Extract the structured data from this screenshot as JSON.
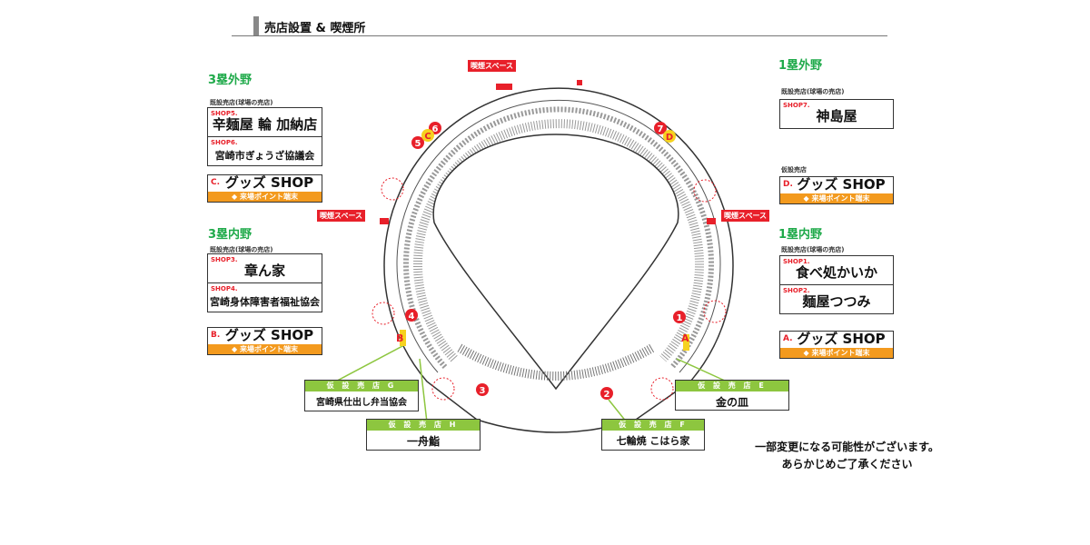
{
  "header": {
    "title": "売店設置 & 喫煙所"
  },
  "labels": {
    "existing": "既設売店(球場の売店)",
    "temporary": "仮設売店",
    "point": "◆ 来場ポイント端末",
    "smoking": "喫煙スペース",
    "goods": "グッズ SHOP"
  },
  "left_outfield": {
    "title": "3塁外野",
    "shops": [
      {
        "code": "SHOP5.",
        "name": "辛麺屋 輪 加納店"
      },
      {
        "code": "SHOP6.",
        "name": "宮崎市ぎょうざ協議会"
      }
    ],
    "goods_code": "C."
  },
  "left_infield": {
    "title": "3塁内野",
    "shops": [
      {
        "code": "SHOP3.",
        "name": "章ん家"
      },
      {
        "code": "SHOP4.",
        "name": "宮崎身体障害者福祉協会"
      }
    ],
    "goods_code": "B."
  },
  "right_outfield": {
    "title": "1塁外野",
    "shops": [
      {
        "code": "SHOP7.",
        "name": "神島屋"
      }
    ],
    "goods_code": "D."
  },
  "right_infield": {
    "title": "1塁内野",
    "shops": [
      {
        "code": "SHOP1.",
        "name": "食べ処かいか"
      },
      {
        "code": "SHOP2.",
        "name": "麺屋つつみ"
      }
    ],
    "goods_code": "A."
  },
  "temp_shops": [
    {
      "head": "仮 設 売 店 G",
      "name": "宮崎県仕出し弁当協会"
    },
    {
      "head": "仮 設 売 店 H",
      "name": "一舟鮨"
    },
    {
      "head": "仮 設 売 店 F",
      "name": "七輪焼 こはら家"
    },
    {
      "head": "仮 設 売 店 E",
      "name": "金の皿"
    }
  ],
  "markers": {
    "numbers": [
      "1",
      "2",
      "3",
      "4",
      "5",
      "6",
      "7"
    ],
    "letters": [
      "A",
      "B",
      "C",
      "D"
    ]
  },
  "note": {
    "line1": "一部変更になる可能性がございます。",
    "line2": "あらかじめご了承ください"
  }
}
